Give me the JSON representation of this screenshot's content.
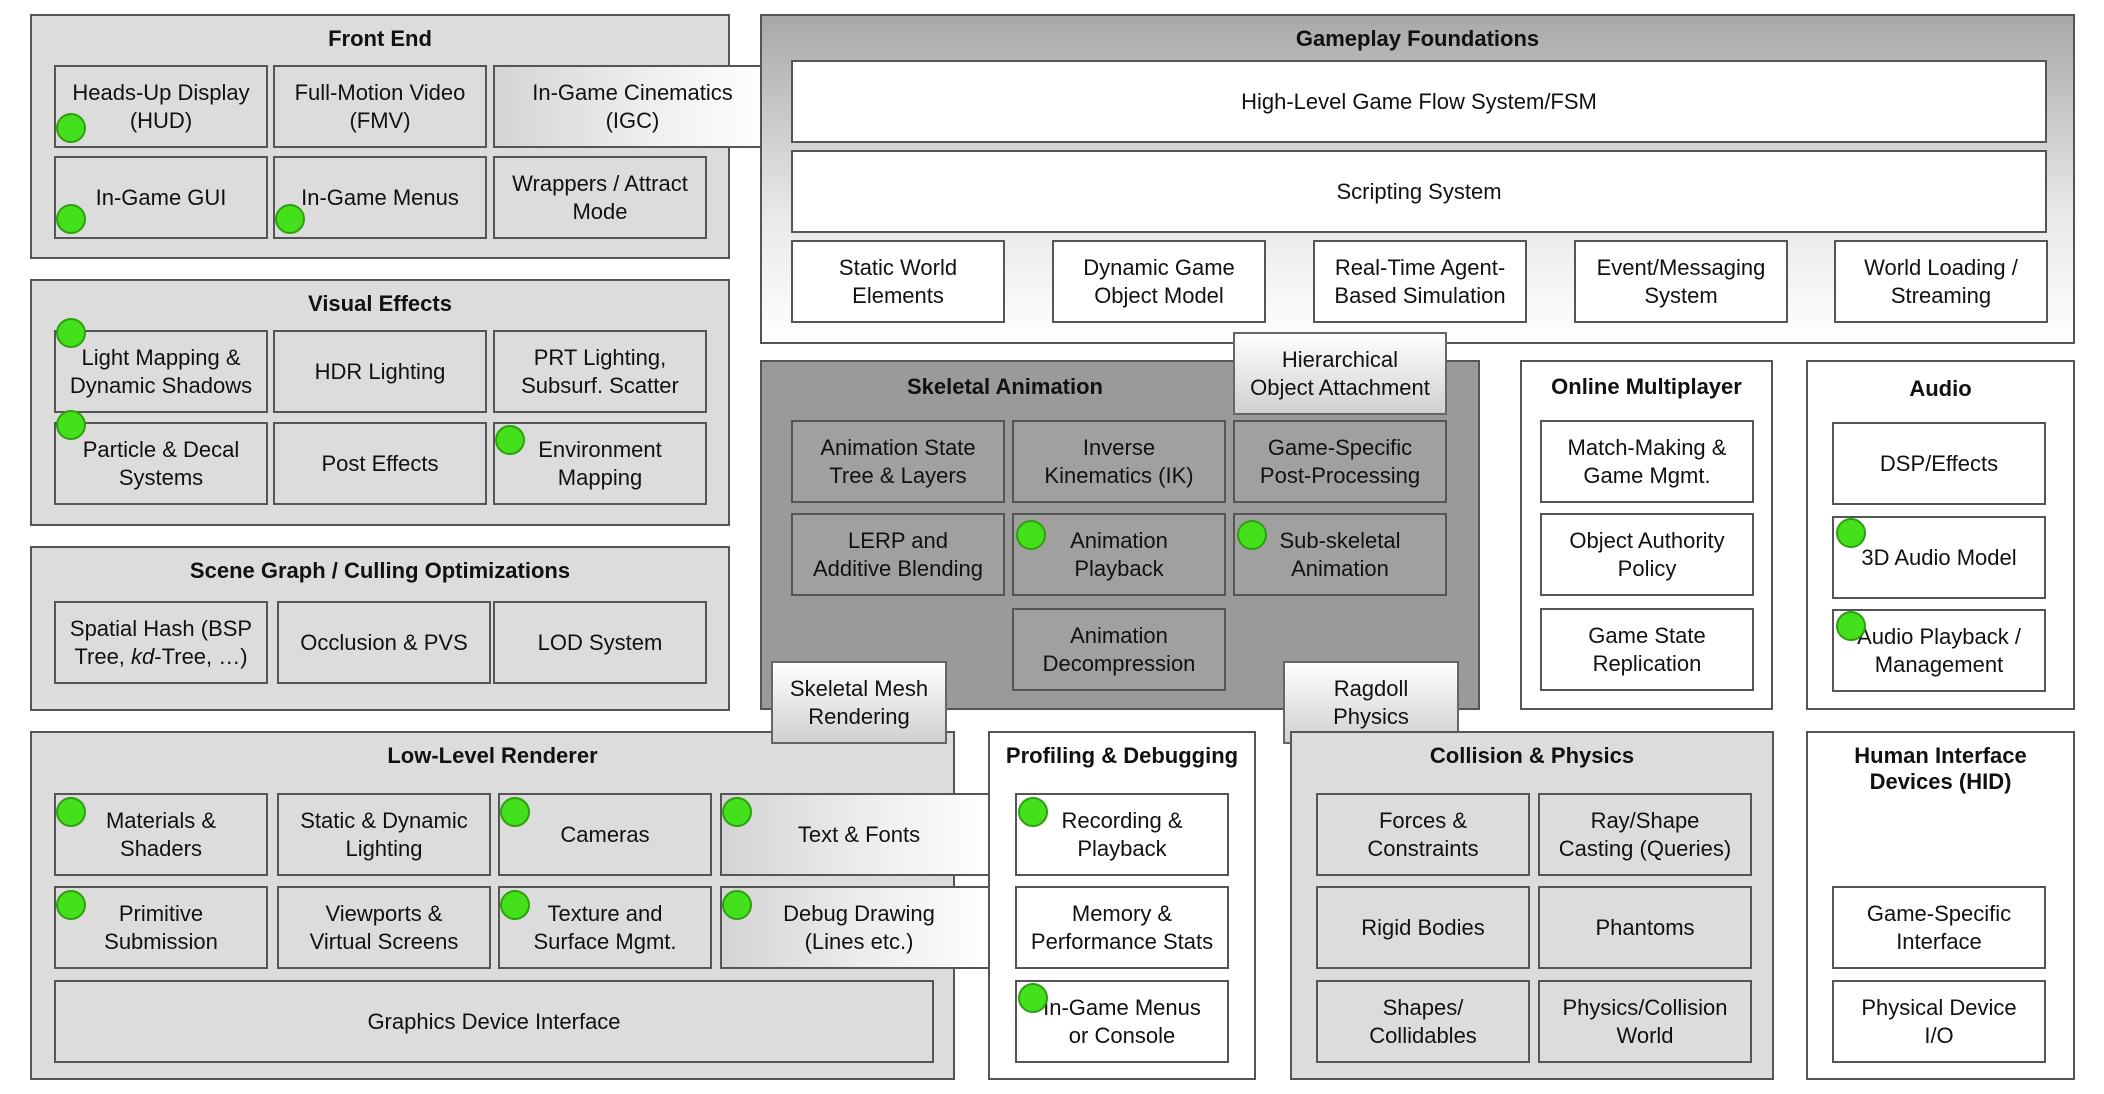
{
  "front_end": {
    "title": "Front End",
    "hud": "Heads-Up Display\n(HUD)",
    "fmv": "Full-Motion Video\n(FMV)",
    "igc": "In-Game Cinematics\n(IGC)",
    "gui": "In-Game GUI",
    "menus": "In-Game Menus",
    "wrappers": "Wrappers / Attract\nMode"
  },
  "visual_effects": {
    "title": "Visual Effects",
    "light_mapping": "Light Mapping &\nDynamic Shadows",
    "hdr": "HDR Lighting",
    "prt": "PRT Lighting,\nSubsurf. Scatter",
    "particle": "Particle & Decal\nSystems",
    "post": "Post Effects",
    "env": "Environment\nMapping"
  },
  "scene_graph": {
    "title": "Scene Graph / Culling Optimizations",
    "spatial_line1": "Spatial Hash (BSP",
    "spatial_line2_pre": "Tree, ",
    "spatial_line2_em": "kd",
    "spatial_line2_post": "-Tree, …)",
    "occlusion": "Occlusion & PVS",
    "lod": "LOD System"
  },
  "low_level_renderer": {
    "title": "Low-Level Renderer",
    "materials": "Materials &\nShaders",
    "static_dynamic": "Static & Dynamic\nLighting",
    "cameras": "Cameras",
    "text_fonts": "Text & Fonts",
    "primitive": "Primitive\nSubmission",
    "viewports": "Viewports &\nVirtual Screens",
    "texture": "Texture and\nSurface Mgmt.",
    "debug_drawing": "Debug Drawing\n(Lines etc.)",
    "gdi": "Graphics Device Interface"
  },
  "gameplay_foundations": {
    "title": "Gameplay Foundations",
    "game_flow": "High-Level Game Flow System/FSM",
    "scripting": "Scripting System",
    "static_world": "Static World\nElements",
    "dynamic_object": "Dynamic Game\nObject Model",
    "agent_sim": "Real-Time Agent-\nBased Simulation",
    "event_messaging": "Event/Messaging\nSystem",
    "world_loading": "World Loading /\nStreaming"
  },
  "skeletal_animation": {
    "title": "Skeletal Animation",
    "hierarchical": "Hierarchical\nObject Attachment",
    "state_tree": "Animation State\nTree & Layers",
    "ik": "Inverse\nKinematics (IK)",
    "post_processing": "Game-Specific\nPost-Processing",
    "lerp": "LERP and\nAdditive Blending",
    "playback": "Animation\nPlayback",
    "sub_skeletal": "Sub-skeletal\nAnimation",
    "decompression": "Animation\nDecompression",
    "skeletal_mesh": "Skeletal Mesh\nRendering",
    "ragdoll": "Ragdoll\nPhysics"
  },
  "online_multiplayer": {
    "title": "Online Multiplayer",
    "match_making": "Match-Making &\nGame Mgmt.",
    "authority": "Object Authority\nPolicy",
    "replication": "Game State\nReplication"
  },
  "audio": {
    "title": "Audio",
    "dsp": "DSP/Effects",
    "model_3d": "3D Audio Model",
    "playback": "Audio Playback /\nManagement"
  },
  "profiling": {
    "title": "Profiling & Debugging",
    "recording": "Recording &\nPlayback",
    "memory": "Memory &\nPerformance Stats",
    "menus_console": "In-Game Menus\nor Console"
  },
  "collision_physics": {
    "title": "Collision & Physics",
    "forces": "Forces &\nConstraints",
    "ray_shape": "Ray/Shape\nCasting (Queries)",
    "rigid": "Rigid Bodies",
    "phantoms": "Phantoms",
    "shapes": "Shapes/\nCollidables",
    "world": "Physics/Collision\nWorld"
  },
  "hid": {
    "title": "Human Interface\nDevices (HID)",
    "game_specific": "Game-Specific\nInterface",
    "physical_io": "Physical Device\nI/O"
  },
  "colors": {
    "marker": "#44e01c",
    "panel": "#dcdcdc",
    "dark_panel": "#9a9a9a"
  }
}
